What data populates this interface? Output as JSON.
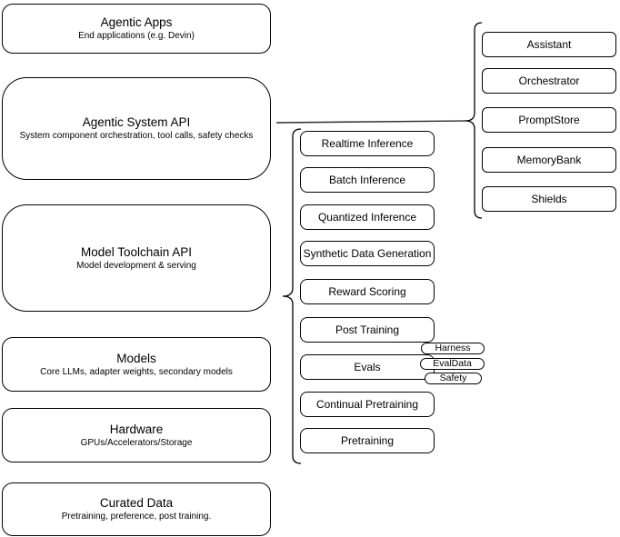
{
  "colors": {
    "stroke": "#000000",
    "background": "#ffffff",
    "text": "#000000"
  },
  "left": [
    {
      "title": "Agentic Apps",
      "subtitle": "End applications (e.g. Devin)"
    },
    {
      "title": "Agentic System API",
      "subtitle": "System component orchestration, tool calls, safety checks"
    },
    {
      "title": "Model Toolchain API",
      "subtitle": "Model development & serving"
    },
    {
      "title": "Models",
      "subtitle": "Core LLMs, adapter weights, secondary models"
    },
    {
      "title": "Hardware",
      "subtitle": "GPUs/Accelerators/Storage"
    },
    {
      "title": "Curated Data",
      "subtitle": "Pretraining, preference, post training."
    }
  ],
  "middle": [
    {
      "label": "Realtime Inference"
    },
    {
      "label": "Batch Inference"
    },
    {
      "label": "Quantized Inference"
    },
    {
      "label": "Synthetic Data Generation"
    },
    {
      "label": "Reward Scoring"
    },
    {
      "label": "Post Training"
    },
    {
      "label": "Evals"
    },
    {
      "label": "Continual Pretraining"
    },
    {
      "label": "Pretraining"
    }
  ],
  "right": [
    {
      "label": "Assistant"
    },
    {
      "label": "Orchestrator"
    },
    {
      "label": "PromptStore"
    },
    {
      "label": "MemoryBank"
    },
    {
      "label": "Shields"
    }
  ],
  "pills": [
    {
      "label": "Harness"
    },
    {
      "label": "EvalData"
    },
    {
      "label": "Safety"
    }
  ]
}
